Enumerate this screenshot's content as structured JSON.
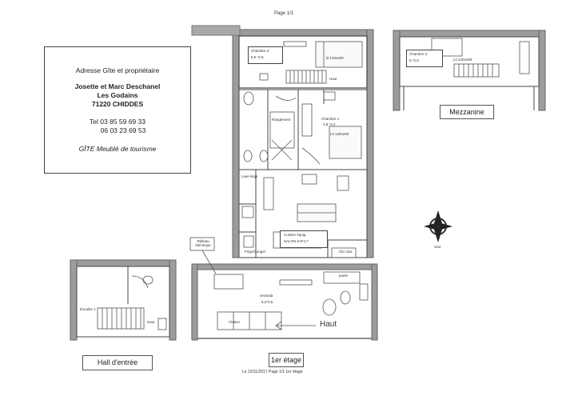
{
  "header": {
    "page_label": "Page 1/1"
  },
  "address": {
    "title": "Adresse Gîte et propriétaire",
    "owners": "Josette et Marc Deschanel",
    "place": "Les Godains",
    "city": "71220 CHIDDES",
    "tel1": "Tel 03 85 59 69 33",
    "tel2": "06 03 23 69 53",
    "gite": "GÎTE Meublé de tourisme"
  },
  "rooms": {
    "chambre2": {
      "name": "Chambre 2",
      "dims": "5,6 *2,8"
    },
    "chambre1": {
      "name": "Chambre 1",
      "dims": "3,8 *4,2"
    },
    "chambre3": {
      "name": "Chambre 3",
      "dims": "5 *2,5"
    },
    "salon": {
      "name": "Cuisine équip.",
      "dims": "SALON 6,8*4,7"
    },
    "veranda": {
      "name": "veranda",
      "dims": "6,2*3,6"
    }
  },
  "small_labels": {
    "bed": "lit 140x200",
    "hall_stairs": "Haut",
    "chambre2_stairs": "Haut",
    "rangement": "Rangement",
    "lit_140": "Lit 140x200",
    "tableau": "Tableau électrique",
    "frigo": "Frigo/Congel",
    "lave": "Lave linge",
    "poele": "poele",
    "clic": "Clic-clac",
    "chaise": "Chaise",
    "escalier": "Escalier 1",
    "lit_mezz": "Lit 140x190",
    "nord": "N",
    "sud": "Sud"
  },
  "captions": {
    "mezzanine": "Mezzanine",
    "hall": "Hall d'entrée",
    "etage": "1er étage",
    "haut": "Haut",
    "footer": "Le 10/11/2017  Page 1/1  1er étage"
  }
}
